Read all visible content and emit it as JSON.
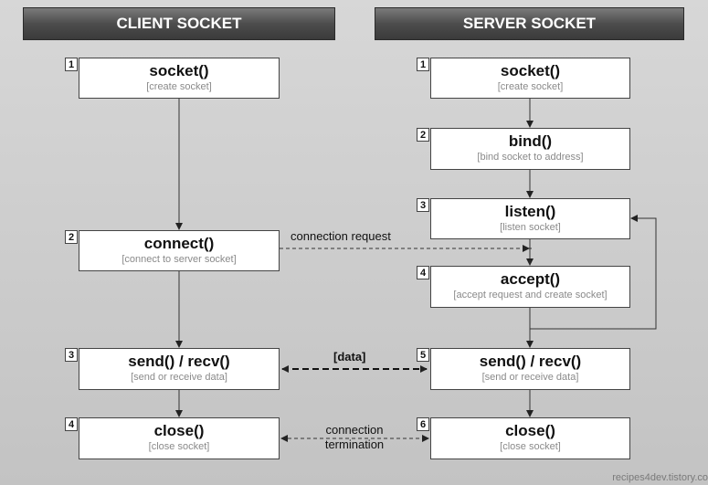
{
  "headers": {
    "client": "CLIENT SOCKET",
    "server": "SERVER SOCKET"
  },
  "client": {
    "socket": {
      "num": "1",
      "fn": "socket()",
      "desc": "[create socket]"
    },
    "connect": {
      "num": "2",
      "fn": "connect()",
      "desc": "[connect to server socket]"
    },
    "send": {
      "num": "3",
      "fn": "send() / recv()",
      "desc": "[send or receive data]"
    },
    "close": {
      "num": "4",
      "fn": "close()",
      "desc": "[close socket]"
    }
  },
  "server": {
    "socket": {
      "num": "1",
      "fn": "socket()",
      "desc": "[create socket]"
    },
    "bind": {
      "num": "2",
      "fn": "bind()",
      "desc": "[bind socket to address]"
    },
    "listen": {
      "num": "3",
      "fn": "listen()",
      "desc": "[listen socket]"
    },
    "accept": {
      "num": "4",
      "fn": "accept()",
      "desc": "[accept request and create socket]"
    },
    "send": {
      "num": "5",
      "fn": "send() / recv()",
      "desc": "[send or receive data]"
    },
    "close": {
      "num": "6",
      "fn": "close()",
      "desc": "[close socket]"
    }
  },
  "labels": {
    "connection_request": "connection request",
    "data": "[data]",
    "termination_line1": "connection",
    "termination_line2": "termination"
  },
  "watermark": "recipes4dev.tistory.co"
}
